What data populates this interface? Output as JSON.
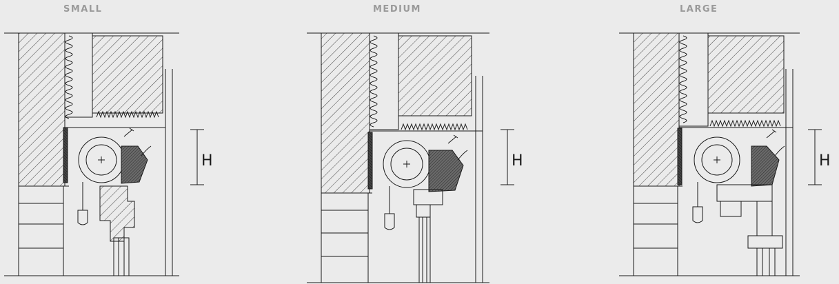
{
  "variants": [
    {
      "label": "SMALL",
      "dim_label": "H"
    },
    {
      "label": "MEDIUM",
      "dim_label": "H"
    },
    {
      "label": "LARGE",
      "dim_label": "H"
    }
  ],
  "colors": {
    "background": "#ebebeb",
    "line": "#1a1a1a",
    "label": "#9a9a9a",
    "insulation_fill": "#555555"
  }
}
